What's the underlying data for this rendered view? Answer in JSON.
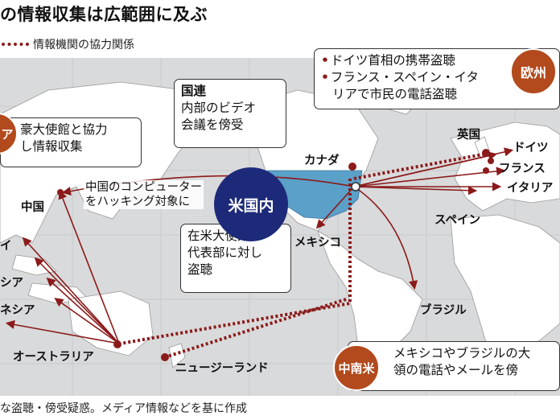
{
  "title": "の情報収集は広範囲に及ぶ",
  "legend": "情報機関の協力関係",
  "footer": "な盗聴・傍受疑惑。メディア情報などを基に作成",
  "badges": {
    "europe": "欧州",
    "asia_partial": "ア",
    "usa": "米国内",
    "latam": "中南米"
  },
  "boxes": {
    "europe_items": [
      "ドイツ首相の携帯盗聴",
      "フランス・スペイン・イタ",
      "リアで市民の電話盗聴"
    ],
    "un_title": "国連",
    "un_lines": [
      "内部のビデオ",
      "会議を傍受"
    ],
    "asia_lines": [
      "豪大使館と協力",
      "し情報収集"
    ],
    "usa_lines": [
      "在米大使館や",
      "代表部に対し",
      "盗聴"
    ],
    "latam_lines": [
      "メキシコやブラジルの大",
      "領の電話やメールを傍"
    ]
  },
  "china_note": [
    "中国のコンピューター",
    "をハッキング対象に"
  ],
  "places": {
    "canada": "カナダ",
    "mexico": "メキシコ",
    "brazil": "ブラジル",
    "uk": "英国",
    "germany": "ドイツ",
    "france": "フランス",
    "spain": "スペイン",
    "italy": "イタリア",
    "china": "中国",
    "thailand_partial": "イ",
    "malaysia_partial": "シア",
    "indonesia_partial": "ネシア",
    "australia": "オーストラリア",
    "new_zealand": "ニュージーランド"
  },
  "colors": {
    "arrow": "#8b1a1a",
    "usa_fill": "#5aa0c8",
    "land": "#ffffff",
    "sea": "#d9dadb",
    "badge_red": "#b24a1d",
    "badge_blue": "#1d2a7a"
  }
}
